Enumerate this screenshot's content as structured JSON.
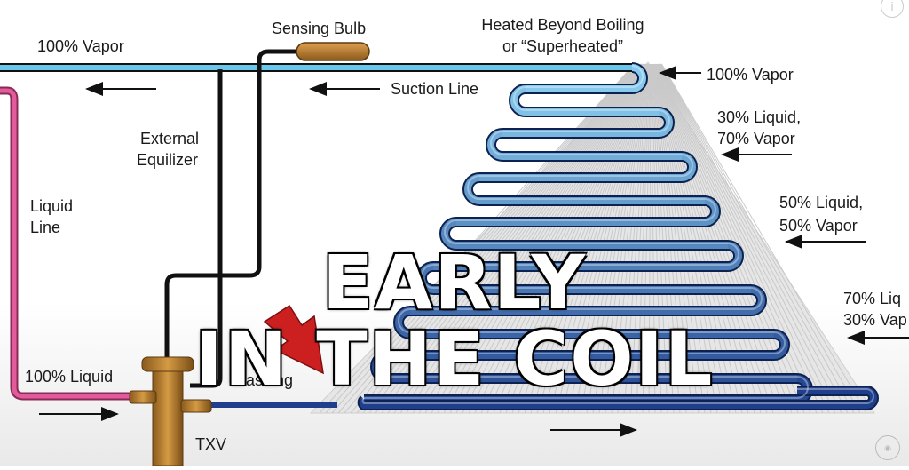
{
  "labels": {
    "vapor_top_left": "100% Vapor",
    "sensing_bulb": "Sensing Bulb",
    "heated_line1": "Heated Beyond Boiling",
    "heated_line2": "or “Superheated”",
    "vapor_right": "100% Vapor",
    "suction_line": "Suction Line",
    "liquid30_l1": "30% Liquid,",
    "liquid30_l2": "70% Vapor",
    "external_l1": "External",
    "external_l2": "Equilizer",
    "liquid_line_l1": "Liquid",
    "liquid_line_l2": "Line",
    "liquid50_l1": "50% Liquid,",
    "liquid50_l2": "50% Vapor",
    "liquid70_l1": "70% Liq",
    "liquid70_l2": "30% Vap",
    "liquid100": "100% Liquid",
    "flashing": "Flashing",
    "txv": "TXV"
  },
  "overlay": {
    "line1": "EARLY",
    "line2": "IN THE COIL"
  },
  "colors": {
    "suction": "#6ac6ea",
    "liquid_line": "#e25b9a",
    "equalizer": "#111111",
    "valve": "#b07a2a",
    "coil_top": "#8ed3f2",
    "coil_bottom": "#1f3f8c",
    "red_arrow": "#cc1f1f"
  },
  "icons": {
    "info": "info-icon",
    "arrows": "left-arrow-icon"
  }
}
